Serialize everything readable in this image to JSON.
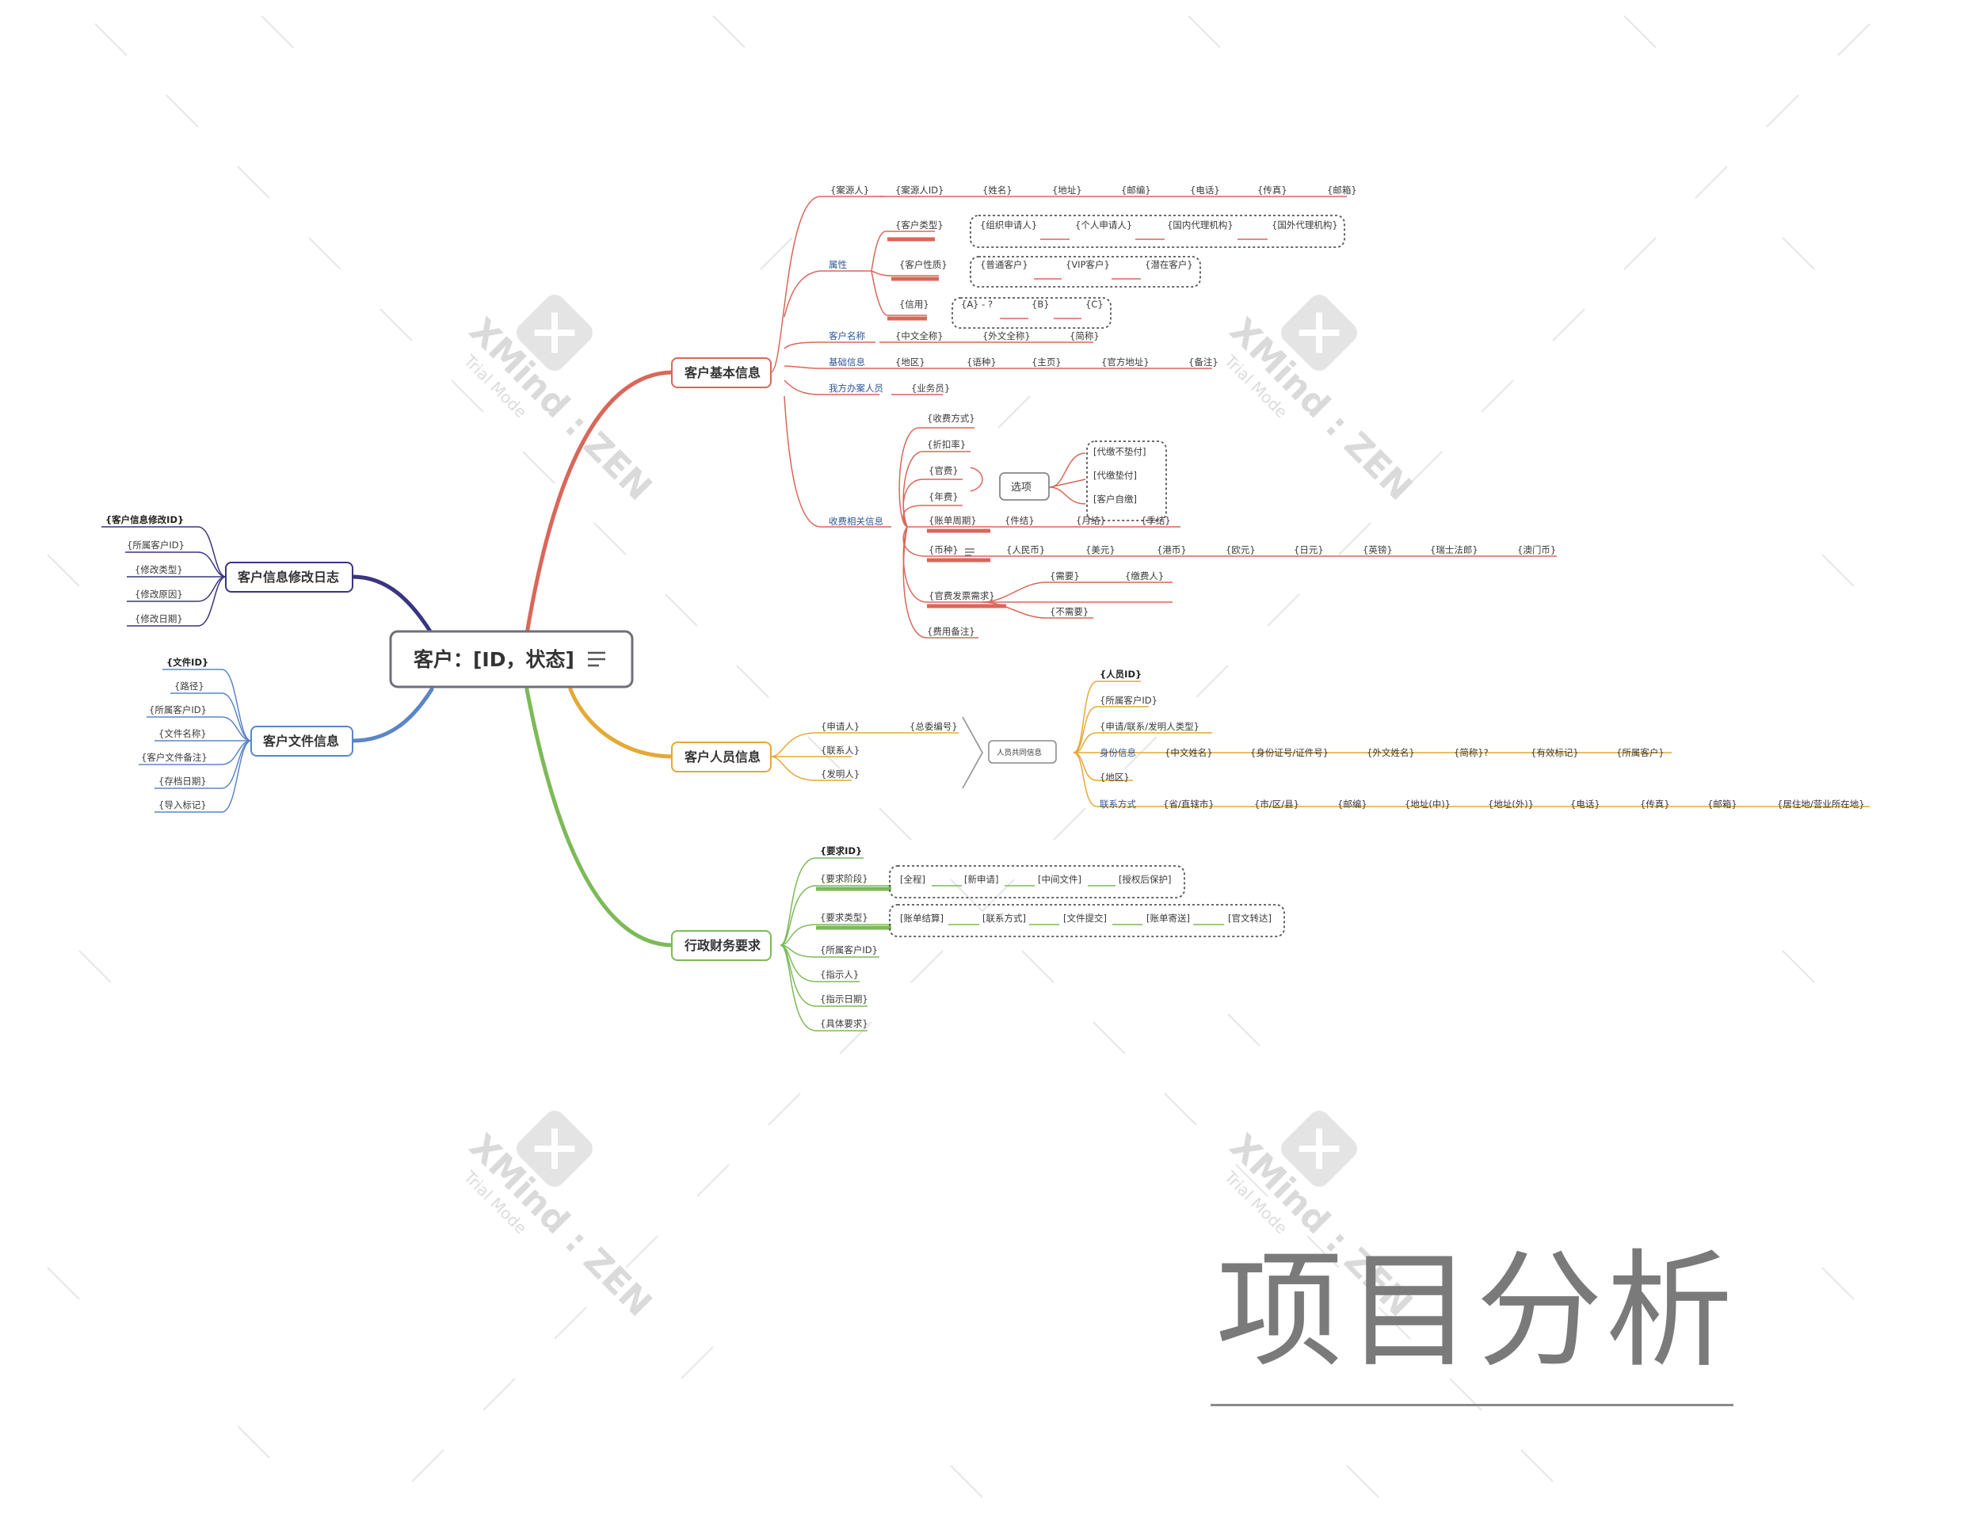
{
  "root": {
    "label": "客户：[ID，状态]"
  },
  "branches": {
    "basic": {
      "label": "客户基本信息",
      "source": {
        "label": "{案源人}",
        "items": [
          "{案源人ID}",
          "{姓名}",
          "{地址}",
          "{邮编}",
          "{电话}",
          "{传真}",
          "{邮箱}"
        ]
      },
      "attr": {
        "label": "属性",
        "type": {
          "label": "{客户类型}",
          "options": [
            "{组织申请人}",
            "{个人申请人}",
            "{国内代理机构}",
            "{国外代理机构}"
          ]
        },
        "nature": {
          "label": "{客户性质}",
          "options": [
            "{普通客户}",
            "{VIP客户}",
            "{潜在客户}"
          ]
        },
        "credit": {
          "label": "{信用}",
          "options": [
            "{A} - ?",
            "{B}",
            "{C}"
          ]
        }
      },
      "name": {
        "label": "客户名称",
        "items": [
          "{中文全称}",
          "{外文全称}",
          "{简称}"
        ]
      },
      "base": {
        "label": "基础信息",
        "items": [
          "{地区}",
          "{语种}",
          "{主页}",
          "{官方地址}",
          "{备注}"
        ]
      },
      "handler": {
        "label": "我方办案人员",
        "items": [
          "{业务员}"
        ]
      },
      "fee": {
        "label": "收费相关信息",
        "method": "{收费方式}",
        "discount": "{折扣率}",
        "official": "{官费}",
        "annual": "{年费}",
        "choice": {
          "label": "选项",
          "options": [
            "[代缴不垫付]",
            "[代缴垫付]",
            "[客户自缴]"
          ]
        },
        "cycle": {
          "label": "{账单周期}",
          "items": [
            "{件结}",
            "{月结}",
            "{季结}"
          ]
        },
        "currency": {
          "label": "{币种}",
          "items": [
            "{人民币}",
            "{美元}",
            "{港币}",
            "{欧元}",
            "{日元}",
            "{英镑}",
            "{瑞士法郎}",
            "{澳门币}"
          ]
        },
        "invoice": {
          "label": "{官费发票需求}",
          "need": "{需要}",
          "payer": "{缴费人}",
          "noneed": "{不需要}"
        },
        "remark": "{费用备注}"
      }
    },
    "staff": {
      "label": "客户人员信息",
      "applicant": "{申请人}",
      "contact": "{联系人}",
      "inventor": "{发明人}",
      "master_no": "{总委编号}",
      "common": {
        "label": "人员共同信息",
        "person_id": "{人员ID}",
        "owner_id": "{所属客户ID}",
        "role_type": "{申请/联系/发明人类型}",
        "identity": {
          "label": "身份信息",
          "items": [
            "{中文姓名}",
            "{身份证号/证件号}",
            "{外文姓名}",
            "{简称}?",
            "{有效标记}",
            "{所属客户}"
          ]
        },
        "region": "{地区}",
        "contact_way": {
          "label": "联系方式",
          "items": [
            "{省/直辖市}",
            "{市/区/县}",
            "{邮编}",
            "{地址(中)}",
            "{地址(外)}",
            "{电话}",
            "{传真}",
            "{邮箱}",
            "{居住地/营业所在地}"
          ]
        }
      }
    },
    "admin": {
      "label": "行政财务要求",
      "req_id": "{要求ID}",
      "stage": {
        "label": "{要求阶段}",
        "options": [
          "[全程]",
          "[新申请]",
          "[中间文件]",
          "[授权后保护]"
        ]
      },
      "type": {
        "label": "{要求类型}",
        "options": [
          "[账单结算]",
          "[联系方式]",
          "[文件提交]",
          "[账单寄送]",
          "[官文转达]"
        ]
      },
      "others": [
        "{所属客户ID}",
        "{指示人}",
        "{指示日期}",
        "{具体要求}"
      ]
    },
    "log": {
      "label": "客户信息修改日志",
      "items": [
        "{客户信息修改ID}",
        "{所属客户ID}",
        "{修改类型}",
        "{修改原因}",
        "{修改日期}"
      ]
    },
    "file": {
      "label": "客户文件信息",
      "items": [
        "{文件ID}",
        "{路径}",
        "{所属客户ID}",
        "{文件名称}",
        "{客户文件备注}",
        "{存档日期}",
        "{导入标记}"
      ]
    }
  },
  "watermark": {
    "brand": "XMind : ZEN",
    "mode": "Trial Mode"
  },
  "project_title": "项目分析",
  "colors": {
    "basic": "#d9675a",
    "staff": "#e5a935",
    "admin": "#7cba58",
    "log": "#3a3580",
    "file": "#5b85c8",
    "root_border": "#6f6f7a"
  }
}
